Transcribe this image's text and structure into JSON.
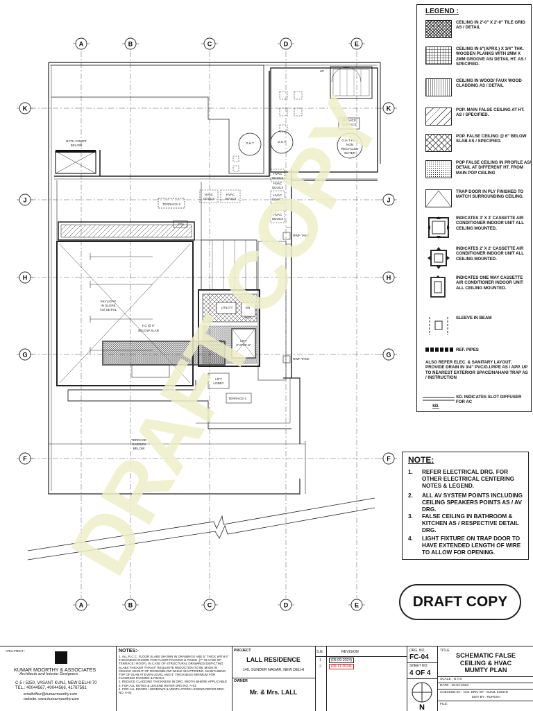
{
  "watermark": "DRAFT COPY",
  "grid_labels": {
    "top": [
      "A",
      "B",
      "C",
      "D",
      "E"
    ],
    "bottom": [
      "A",
      "B",
      "C",
      "D",
      "E"
    ],
    "left": [
      "K",
      "J",
      "H",
      "G",
      "F"
    ],
    "right": [
      "K",
      "J",
      "H",
      "G",
      "F"
    ]
  },
  "plan_labels": {
    "bath_court": [
      "BATH COURT",
      "BELOW"
    ],
    "terrace_2": "TERRACE-2",
    "terrace_1": "TERRACE-1",
    "service_terrace": [
      "SERVICE",
      "TERRACE"
    ],
    "oht_1": "O.H.T",
    "oht_2": "O.H.T",
    "oht_recycled": [
      "O.H.T FOR",
      "NON",
      "RECYCLED",
      "WATER"
    ],
    "hvac_odu_1": [
      "HVAC",
      "ODUCS"
    ],
    "hvac_odu_2": [
      "HVAC",
      "ODUCS"
    ],
    "hvac_odu_3": [
      "HVAC",
      "ODUCS"
    ],
    "hvac_odu_4": [
      "HVAC",
      "ODUCS"
    ],
    "hvac_odu_5": [
      "HVAC",
      "ODUCS"
    ],
    "hvac_odu_6": [
      "HVAC",
      "ODUCS"
    ],
    "skylight": [
      "SKYLIGHT",
      "IN SLOPE",
      "AS/ DETAIL"
    ],
    "fc_below_slab_1": [
      "F.C @ 6\"",
      "BELOW SLAB"
    ],
    "fc_below_slab_2": [
      "F.C @ 6\"",
      "BELOW",
      "SLAB"
    ],
    "utility": "UTILITY",
    "lift": [
      "LIFT",
      "6'-6\"X6'-6\""
    ],
    "lift_lobby": [
      "LIFT",
      "LOBBY"
    ],
    "terrace_garden": [
      "TERRACE",
      "GARDEN",
      "BELOW"
    ],
    "up": "UP",
    "gen_short": "FTA",
    "dn": "DN",
    "wm": "W.M",
    "rwp_1": "RWP TANK",
    "rwp_2": "RWP TANK"
  },
  "legend": {
    "title": "LEGEND :",
    "items": [
      {
        "pattern": "crosshatch-dense",
        "text": "CEILING IN 2'-0\" X 2'-0\" TILE GRID AS / DETAIL"
      },
      {
        "pattern": "grid",
        "text": "CEILING IN 6\"(APRX.) X 3/4\" THK. WOODEN PLANKS WITH 2mm x 2mm GROOVE AS/ DETAIL HT. AS / SPECIFIED."
      },
      {
        "pattern": "vertical-lines",
        "text": "CEILING IN WOOD/ FAUX WOOD CLADDING AS / DETAIL"
      },
      {
        "pattern": "diagonal",
        "text": "POP. MAIN FALSE CEILING AT HT. AS / SPECIFIED."
      },
      {
        "pattern": "crosshatch",
        "text": "POP. FALSE CEILING @ 6\" BELOW SLAB AS / SPECIFIED."
      },
      {
        "pattern": "dots",
        "text": "POP FALSE CEILING IN PROFILE AS/ DETAIL AT DIFFERENT HT. FROM MAIN POP CEILING"
      },
      {
        "pattern": "trap-door",
        "text": "TRAP DOOR IN PLY FINISHED TO MATCH SURROUNDING CEILING."
      },
      {
        "pattern": "cassette-3",
        "text": "INDICATES 3' X 3' CASSETTE AIR CONDITIONER INDOOR UNIT ALL CEILING MOUNTED."
      },
      {
        "pattern": "cassette-2",
        "text": "INDICATES 2' X 2' CASSETTE AIR CONDITIONER INDOOR UNIT ALL CEILING MOUNTED."
      },
      {
        "pattern": "one-way",
        "text": "INDICATES ONE WAY CASSETTE AIR CONDITIONER INDOOR UNIT ALL CEILING MOUNTED."
      },
      {
        "pattern": "sleeve",
        "text": "SLEEVE IN BEAM"
      },
      {
        "pattern": "pipes",
        "text": "REF. PIPES"
      },
      {
        "pattern": "none",
        "text": "ALSO REFER ELEC. & SANITARY LAYOUT. PROVIDE DRAIN IN 3/4\" PVC/G.I.PIPE AS / APP. UP TO NEAREST EXTERIOR SPACE/NAHANI TRAP AS / INSTRUCTION"
      },
      {
        "pattern": "slot",
        "text": "SD. INDICATES SLOT DIFFUSER FOR AC",
        "sub": "SD."
      }
    ]
  },
  "note": {
    "title": "NOTE:",
    "items": [
      {
        "num": "1.",
        "text": "REFER ELECTRICAL DRG. FOR OTHER ELECTRICAL CENTERING NOTES & LEGEND."
      },
      {
        "num": "2.",
        "text": "ALL AV SYSTEM POINTS INCLUDING CEILING SPEAKERS POINTS AS / AV DRG."
      },
      {
        "num": "3.",
        "text": "FALSE CEILING IN BATHROOM & KITCHEN AS / RESPECTIVE DETAIL DRG."
      },
      {
        "num": "4.",
        "text": "LIGHT FIXTURE ON TRAP DOOR TO HAVE EXTENDED LENGTH OF WIRE TO ALLOW FOR OPENING."
      }
    ]
  },
  "draft_copy": "DRAFT COPY",
  "title_block": {
    "architect_label": "ARCHITECT :",
    "firm_name": "KUMAR MOORTHY & ASSOCIATES",
    "firm_tagline": "Architects and Interior Designers",
    "address_1": "C-5 / 5250, VASANT KUNJ, NEW DELHI-70",
    "tel": "TEL.: 40044567, 40044566, 41767561",
    "email": "emailoffice@kumarmoorthy.com",
    "website": "website: www.kumarmoorthy.com",
    "notes_title": "NOTES:-",
    "notes": [
      "1. ALL R.C.C. FLOOR SLABS SHOWN IN DRAWINGS ARE 6\" THICK WITH 6\" THICKNESS SHOWN FOR FLOOR PACKING & FINISH. (7\" IN CASE OF TERRACE / ROOF). IN CASE OF STRUCTURAL DRAWINGS DEPICTING SLABS THICKER THAN 6\" REQUISITE REDUCTION TO BE MADE IN CEILING HEIGHT OF ROOM BELOW WHILE SHUTTERING. MAINTAINING TOP OF SLAB AT EVEN LEVEL AND 4\" THICKNESS MINIMUM FOR FLOORING PACKING & FINISH.",
      "2. REDUCE CLADDING THICKNESS IN DRG. WIDTH WHERE APPLICABLE",
      "3. FOR ALL NOTES & LEGEND REFER DRG NO. A-01",
      "4. FOR ALL DOORS / WINDOWS & VENTILATORS LEGEND REFER DRG. NO. A-02"
    ],
    "project_label": "PROJECT",
    "project_name": "LALL RESIDENCE",
    "project_address": "140, SUNDER NAGAR, NEW DELHI",
    "owner_label": "OWNER",
    "owner_name": "Mr. & Mrs. LALL",
    "sn_label": "S.N.",
    "revision_label": "REVISION",
    "revisions": [
      {
        "sn": "1",
        "date": "05-09-2024"
      },
      {
        "sn": "2",
        "date": "06-11-2024"
      }
    ],
    "drg_no_label": "DRG. NO.",
    "drg_no": "FC-04",
    "sheet_no_label": "SHEET NO.",
    "sheet_no": "4 OF 4",
    "title_label": "TITLE",
    "title_lines": [
      "SCHEMATIC FALSE",
      "CEILING & HVAC",
      "MUMTY PLAN"
    ],
    "scale": "SCALE : N.T.S",
    "date": "DATE : 15-04-2023",
    "checked_by": "CHECKED BY : N.M.  DRN. BY : SUNIL KUMAR",
    "edit_by": "EDIT BY : RUPESH",
    "file": "FILE:",
    "north": "N"
  },
  "colors": {
    "watermark": "#eeefc8",
    "line": "#222222",
    "revision_red": "#cc2222"
  }
}
